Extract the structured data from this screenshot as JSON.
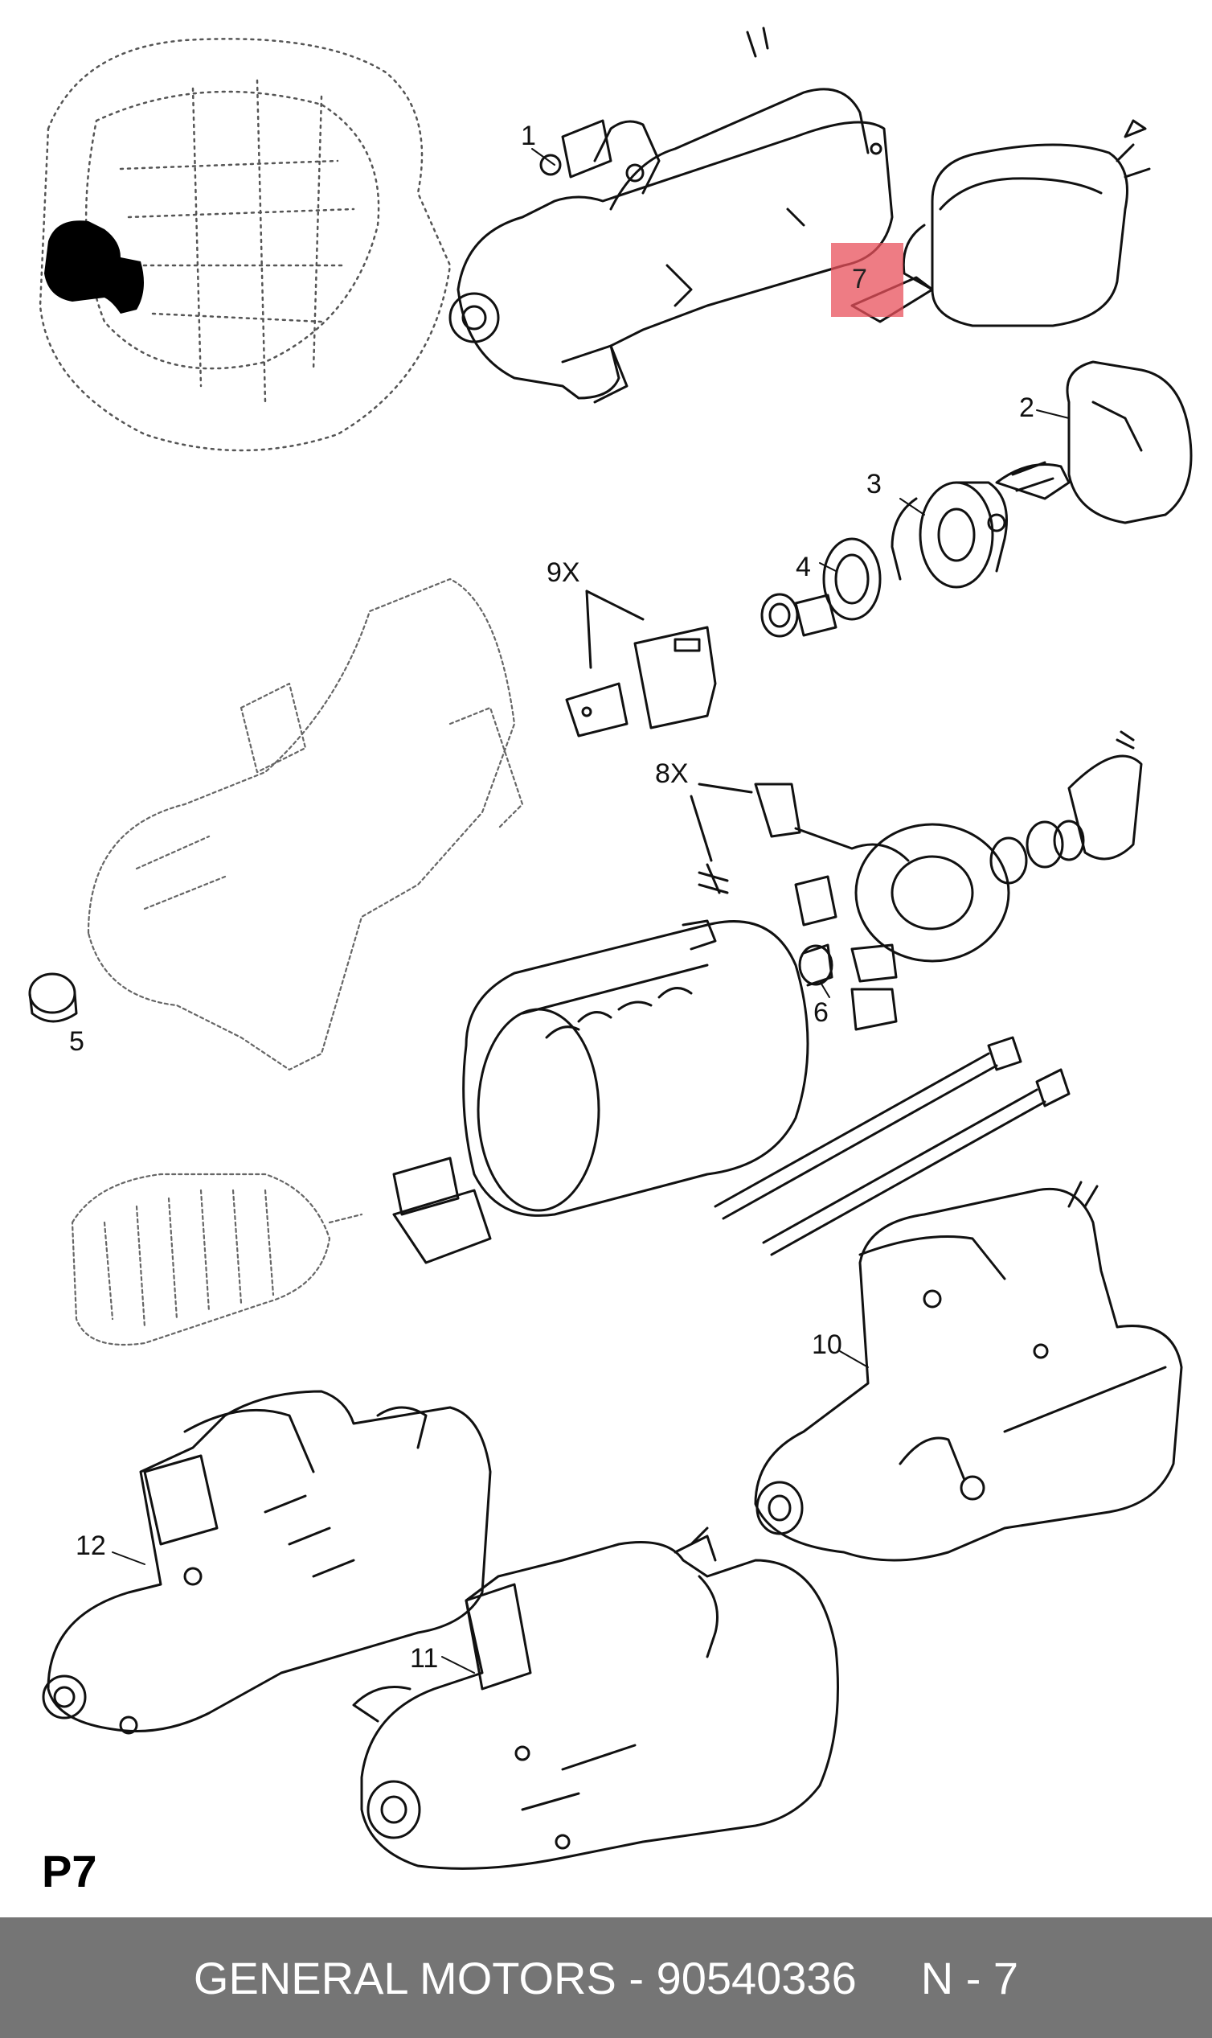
{
  "diagram": {
    "page_code": "P7",
    "callouts": {
      "c1": "1",
      "c2": "2",
      "c3": "3",
      "c4": "4",
      "c5": "5",
      "c6": "6",
      "c7": "7",
      "c8": "8X",
      "c9": "9X",
      "c10": "10",
      "c11": "11",
      "c12": "12"
    },
    "highlight_color": "#e8505b"
  },
  "footer": {
    "part_ref": "GENERAL MOTORS - 90540336",
    "page_ref": "N - 7",
    "background": "#757575"
  }
}
